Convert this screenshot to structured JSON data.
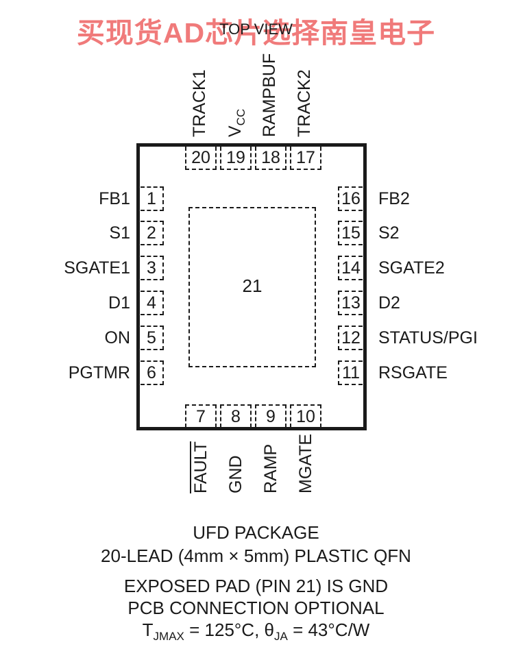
{
  "watermark": "买现货AD芯片选择南皇电子",
  "top_view": "TOP VIEW",
  "exposed_pad_number": "21",
  "top_pins": [
    {
      "num": "20",
      "label": "TRACK1"
    },
    {
      "num": "19",
      "label": "V",
      "label_sub": "CC"
    },
    {
      "num": "18",
      "label": "RAMPBUF"
    },
    {
      "num": "17",
      "label": "TRACK2"
    }
  ],
  "left_pins": [
    {
      "num": "1",
      "label": "FB1"
    },
    {
      "num": "2",
      "label": "S1"
    },
    {
      "num": "3",
      "label": "SGATE1"
    },
    {
      "num": "4",
      "label": "D1"
    },
    {
      "num": "5",
      "label": "ON"
    },
    {
      "num": "6",
      "label": "PGTMR"
    }
  ],
  "right_pins": [
    {
      "num": "16",
      "label": "FB2"
    },
    {
      "num": "15",
      "label": "S2"
    },
    {
      "num": "14",
      "label": "SGATE2"
    },
    {
      "num": "13",
      "label": "D2"
    },
    {
      "num": "12",
      "label": "STATUS/PGI"
    },
    {
      "num": "11",
      "label": "RSGATE"
    }
  ],
  "bottom_pins": [
    {
      "num": "7",
      "label": "FAULT"
    },
    {
      "num": "8",
      "label": "GND"
    },
    {
      "num": "9",
      "label": "RAMP"
    },
    {
      "num": "10",
      "label": "MGATE"
    }
  ],
  "caption": {
    "line1": "UFD PACKAGE",
    "line2": "20-LEAD (4mm × 5mm) PLASTIC QFN",
    "line3": "EXPOSED PAD (PIN 21) IS GND",
    "line4": "PCB CONNECTION OPTIONAL",
    "tjmax_symbol": "T",
    "tjmax_sub": "JMAX",
    "tjmax_value": " = 125°C, ",
    "theta_symbol": "θ",
    "theta_sub": "JA",
    "theta_value": " = 43°C/W"
  }
}
